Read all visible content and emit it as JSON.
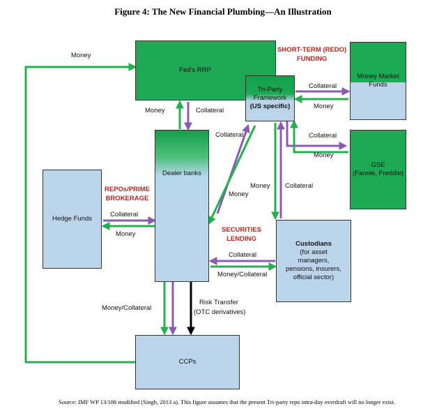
{
  "title": "Figure 4: The New Financial Plumbing—An Illustration",
  "nodes": {
    "feds_rrp": "Fed's RRP",
    "tri_party": [
      "Tri-Party",
      "Framework",
      "(US specific)"
    ],
    "money_market_funds": [
      "Money Market",
      "Funds"
    ],
    "gse": [
      "GSE",
      "(Fannie, Freddie)"
    ],
    "dealer_banks": "Dealer banks",
    "hedge_funds": "Hedge Funds",
    "custodians": [
      "Custodians",
      "(for asset",
      "managers,",
      "pensions, insurers,",
      "official sector)"
    ],
    "ccps": "CCPs"
  },
  "sections": {
    "short_term": [
      "SHORT-TERM (REDO)",
      "FUNDING"
    ],
    "repos": [
      "REPOs/PRIME",
      "BROKERAGE"
    ],
    "securities": [
      "SECURITIES",
      "LENDING"
    ]
  },
  "flows": {
    "loop_money": "Money",
    "fed_money": "Money",
    "fed_collateral": "Collateral",
    "mmf_collateral": "Collateral",
    "mmf_money": "Money",
    "gse_collateral": "Collateral",
    "gse_money": "Money",
    "dealer_triparty_collateral": "Collateral",
    "dealer_triparty_money": "Money",
    "custodian_money": "Money",
    "custodian_collateral": "Collateral",
    "hedge_collateral": "Collateral",
    "hedge_money": "Money",
    "custodian_collateral_left": "Collateral",
    "custodian_money_collateral": "Money/Collateral",
    "ccp_money_collateral": "Money/Collateral",
    "risk_transfer": [
      "Risk Transfer",
      "(OTC derivatives)"
    ]
  },
  "colors": {
    "money_arrow": "#23b04e",
    "collateral_arrow": "#8a5bb0",
    "risk_arrow": "#000000",
    "box_green": "#1eaa55",
    "box_blue": "#bcd4ea",
    "section_heading": "#b4261e"
  },
  "source": "Source: IMF WP 13/186 modified (Singh, 2013 a). This figure assumes that the present Tri-party repo intra-day overdraft will no longer exist."
}
